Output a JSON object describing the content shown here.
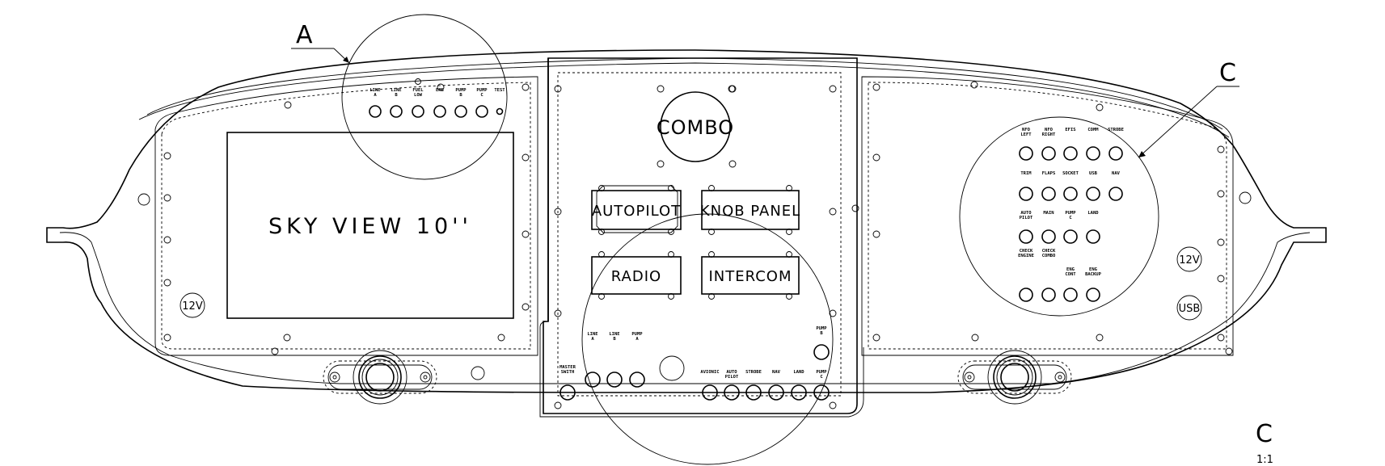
{
  "callouts": {
    "a": "A",
    "c": "C",
    "detail_scale": "1:1"
  },
  "screen_label": "SKY VIEW 10''",
  "center_panel": {
    "combo": "COMBO",
    "autopilot": "AUTOPILOT",
    "knob_panel": "KNOB PANEL",
    "radio": "RADIO",
    "intercom": "INTERCOM"
  },
  "left_switches": [
    "LINE A",
    "LINE B",
    "FUEL LOW",
    "EMS",
    "PUMP B",
    "PUMP C",
    "TEST"
  ],
  "lower_switches_1": [
    "LINE A",
    "LINE B",
    "PUMP A"
  ],
  "master_switch": "MASTER SWITH",
  "pump_b": "PUMP B",
  "lower_switches_2": [
    "AVIONIC",
    "AUTO PILOT",
    "STROBE",
    "NAV",
    "LAND",
    "PUMP C"
  ],
  "right_row1": [
    "NFO LEFT",
    "NFO RIGHT",
    "EFIS",
    "COMM",
    "STROBE"
  ],
  "right_row2": [
    "TRIM",
    "FLAPS",
    "SOCKET",
    "USB",
    "NAV"
  ],
  "right_row3": [
    "AUTO PILOT",
    "MAIN",
    "PUMP C",
    "LAND"
  ],
  "right_row4a": [
    "CHECK ENGINE",
    "CHECK COMBO"
  ],
  "right_row4b": [
    "ENG CONT",
    "ENG BACKUP"
  ],
  "power_left": "12V",
  "power_right": "12V",
  "usb": "USB"
}
